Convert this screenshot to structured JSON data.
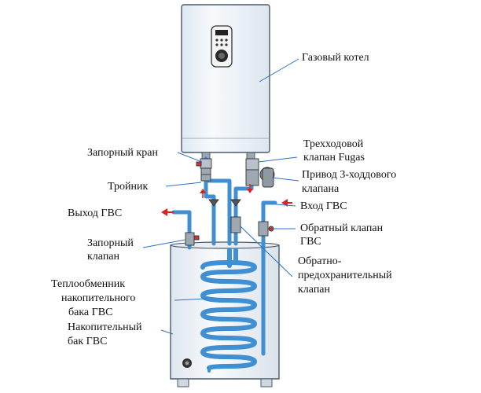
{
  "labels": {
    "boiler": "Газовый котел",
    "three_way_valve_l1": "Трехходовой",
    "three_way_valve_l2": "клапан Fugas",
    "shutoff_cock": "Запорный кран",
    "tee": "Тройник",
    "actuator_l1": "Привод 3-ходдового",
    "actuator_l2": "клапана",
    "dhw_out": "Выход ГВС",
    "dhw_in": "Вход ГВС",
    "check_valve_l1": "Обратный клапан",
    "check_valve_l2": "ГВС",
    "shutoff_valve_l1": "Запорный",
    "shutoff_valve_l2": "клапан",
    "safety_valve_l1": "Обратно-",
    "safety_valve_l2": "предохранительный",
    "safety_valve_l3": "клапан",
    "heat_exchanger_l1": "Теплообменник",
    "heat_exchanger_l2": "накопительного",
    "heat_exchanger_l3": "бака ГВС",
    "tank_l1": "Накопительный",
    "tank_l2": "бак ГВС"
  },
  "colors": {
    "pipe": "#3f8fd2",
    "outline": "#3a4a5a",
    "boiler_fill": "#eef3f8",
    "tank_fill": "#f2f5f8"
  }
}
